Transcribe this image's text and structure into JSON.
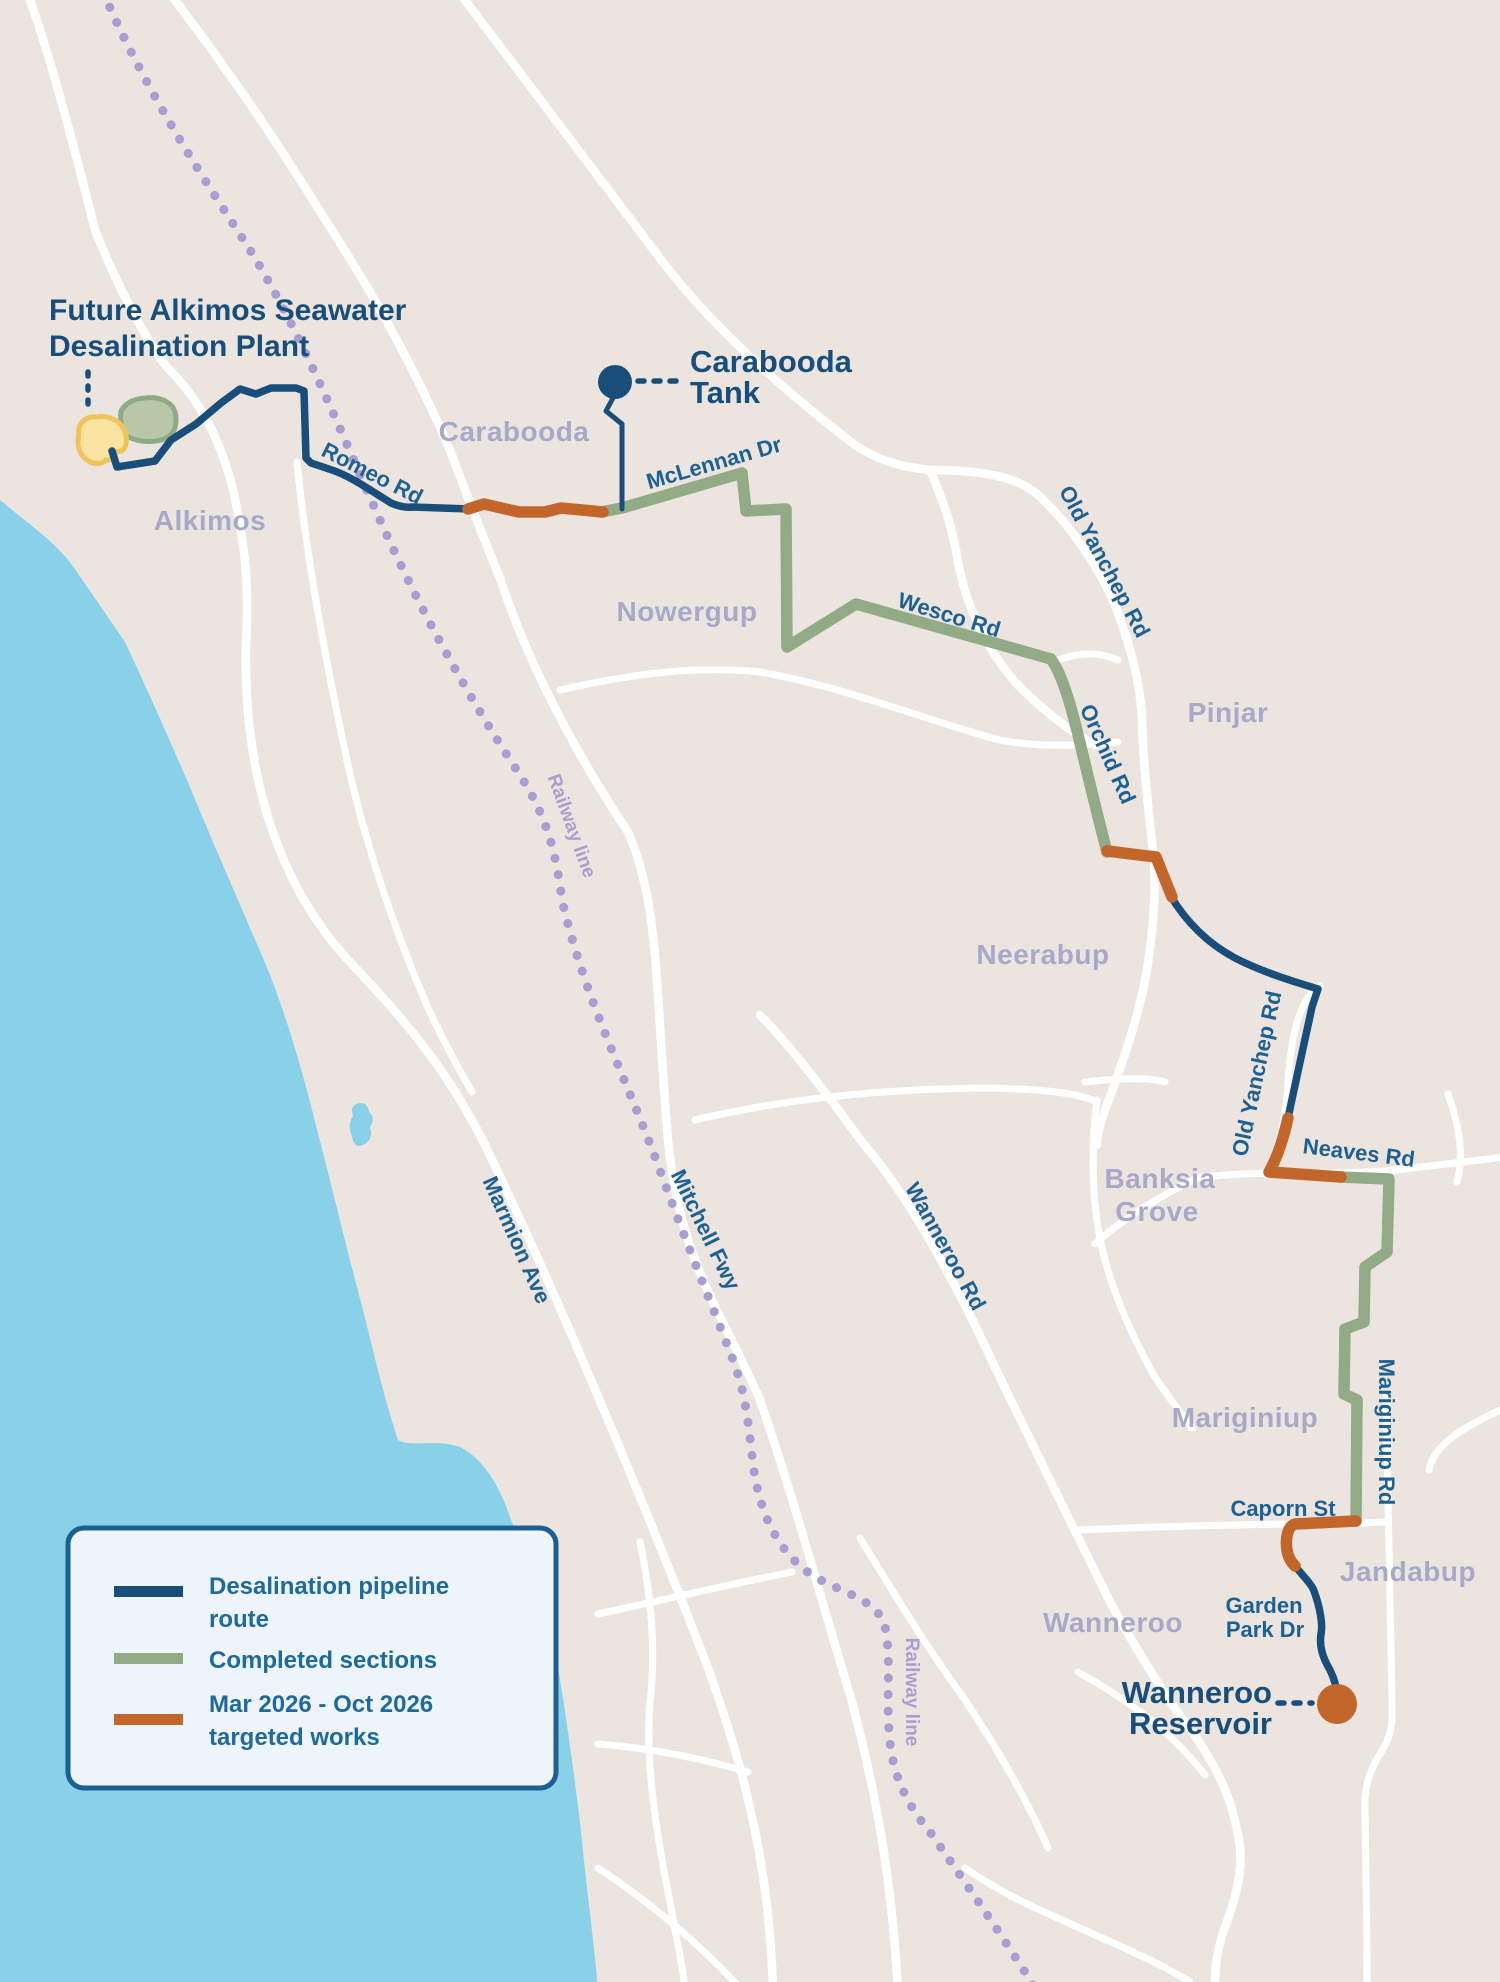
{
  "colors": {
    "land": "#ece5df",
    "ocean": "#89d1e8",
    "road_white": "#ffffff",
    "pipeline_navy": "#1a4e7a",
    "completed_green": "#92ab86",
    "targeted_works_orange": "#c2662c",
    "railway_purple": "#a79ed2",
    "suburb_label": "#a8a9c9",
    "road_label_blue": "#1c6094",
    "major_label_navy": "#174e7b",
    "legend_background": "#edf4fa",
    "legend_border": "#1c5f93",
    "plant_site_yellow_fill": "#fbe3a2",
    "plant_site_yellow_stroke": "#f0c45c",
    "plant_site_green_fill": "#b7c7a8",
    "plant_site_green_stroke": "#90aa85"
  },
  "labels": {
    "plant": {
      "line1": "Future Alkimos Seawater",
      "line2": "Desalination Plant"
    },
    "tank": {
      "line1": "Carabooda",
      "line2": "Tank"
    },
    "reservoir": {
      "line1": "Wanneroo",
      "line2": "Reservoir"
    }
  },
  "suburbs": {
    "alkimos": "Alkimos",
    "carabooda": "Carabooda",
    "nowergup": "Nowergup",
    "pinjar": "Pinjar",
    "neerabup": "Neerabup",
    "banksia_grove": {
      "line1": "Banksia",
      "line2": "Grove"
    },
    "mariginiup": "Mariginiup",
    "wanneroo": "Wanneroo",
    "jandabup": "Jandabup"
  },
  "roads": {
    "romeo": "Romeo Rd",
    "mclennan": "McLennan Dr",
    "wesco": "Wesco Rd",
    "orchid": "Orchid Rd",
    "old_yanchep_north": "Old Yanchep Rd",
    "old_yanchep_south": "Old Yanchep Rd",
    "neaves": "Neaves Rd",
    "mariginiup_rd": "Mariginiup Rd",
    "caporn": "Caporn St",
    "garden_park": {
      "line1": "Garden",
      "line2": "Park Dr"
    },
    "marmion": "Marmion Ave",
    "mitchell": "Mitchell Fwy",
    "wanneroo_rd": "Wanneroo Rd"
  },
  "railway": {
    "north": "Railway line",
    "south": "Railway line"
  },
  "legend": {
    "items": [
      {
        "swatch": "#1a4e7a",
        "line1": "Desalination pipeline",
        "line2": "route"
      },
      {
        "swatch": "#92ab86",
        "line1": "Completed sections",
        "line2": ""
      },
      {
        "swatch": "#c2662c",
        "line1": "Mar 2026 - Oct 2026",
        "line2": "targeted works"
      }
    ]
  }
}
